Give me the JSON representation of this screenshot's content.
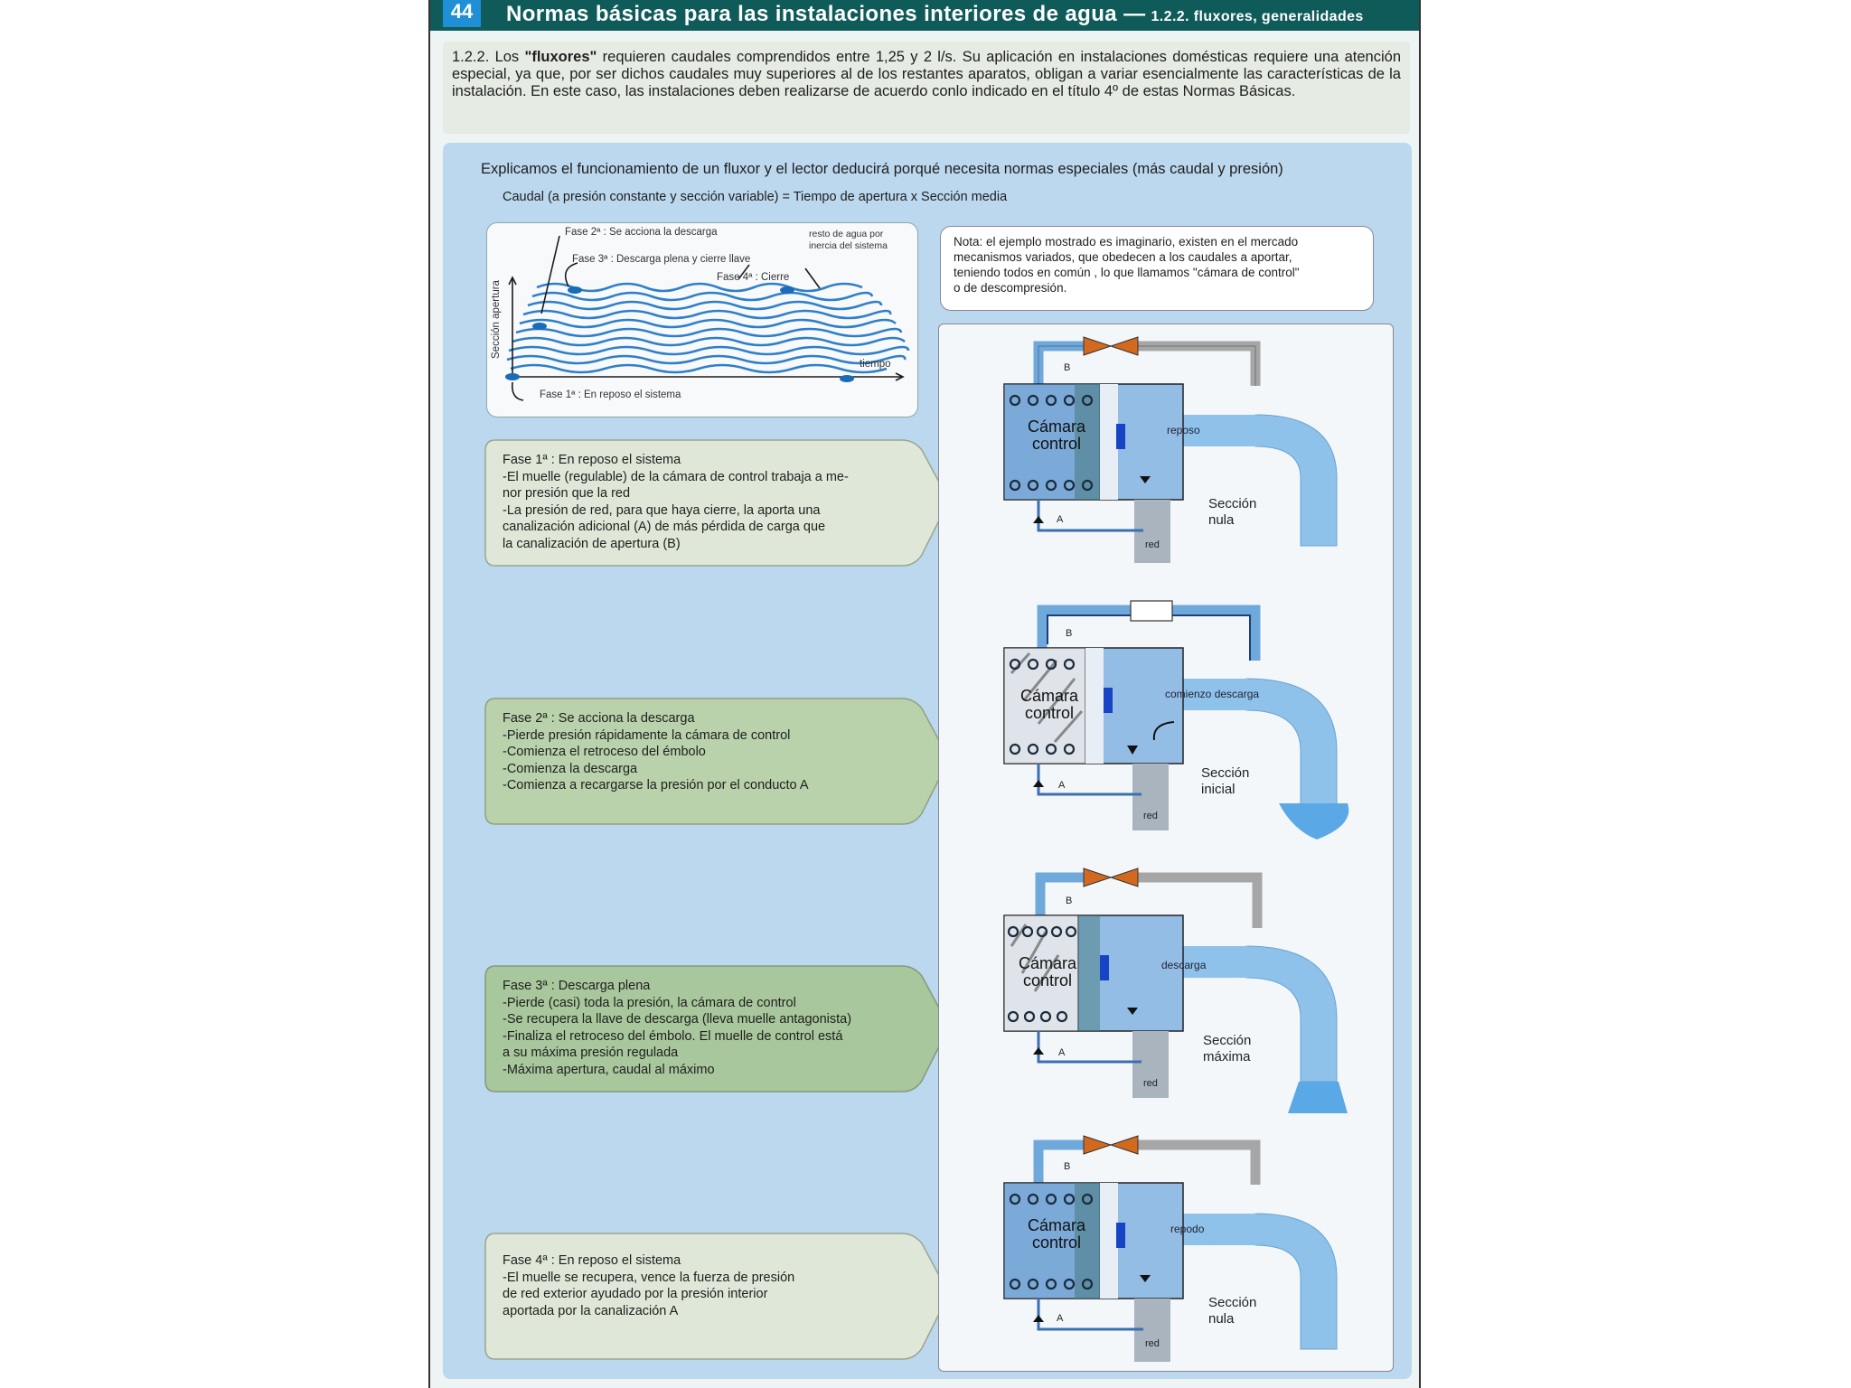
{
  "header": {
    "page_number": "44",
    "title": "Normas básicas para las instalaciones interiores de agua —",
    "subtitle": "1.2.2. fluxores, generalidades"
  },
  "intro": {
    "prefix": "1.2.2. Los ",
    "bold": "\"fluxores\"",
    "text": " requieren caudales comprendidos entre 1,25 y 2 l/s.  Su aplicación en instalaciones domésticas requiere una atención especial, ya que, por ser dichos caudales muy superiores al de los restantes aparatos, obligan a variar esencialmente las características de la instalación. En este caso, las instalaciones deben realizarse de acuerdo conlo indicado en  el título 4º de estas Normas Básicas."
  },
  "panel": {
    "lead": "Explicamos el funcionamiento de un fluxor y el lector deducirá porqué necesita normas especiales (más caudal y presión)",
    "formula": "Caudal (a presión constante  y sección variable) = Tiempo de apertura x Sección media"
  },
  "graph": {
    "y_label": "Sección apertura",
    "x_label": "tiempo",
    "fase2": "Fase 2ª : Se acciona la descarga",
    "fase3": "Fase 3ª : Descarga plena y cierre llave",
    "fase4": "Fase 4ª : Cierre",
    "fase1": "Fase 1ª : En  reposo  el sistema",
    "resto_1": "resto de agua por",
    "resto_2": "inercia del sistema"
  },
  "note": {
    "lines": [
      "Nota: el ejemplo mostrado  es  imaginario, existen en el mercado",
      "mecanismos variados, que obedecen a los caudales a aportar,",
      "teniendo todos en común , lo que llamamos \"cámara de control\"",
      "o de descompresión."
    ]
  },
  "phases": [
    {
      "title": "Fase 1ª : En  reposo  el sistema",
      "lines": [
        "-El muelle  (regulable) de la cámara de control trabaja a me-",
        "  nor  presión que la red",
        "-La presión de red, para que haya cierre, la aporta una",
        " canalización adicional (A) de más pérdida  de carga que",
        " la canalización de apertura (B)"
      ]
    },
    {
      "title": "Fase 2ª : Se acciona la descarga",
      "lines": [
        "-Pierde presión rápidamente  la cámara de control",
        "-Comienza el retroceso del émbolo",
        "-Comienza la descarga",
        "-Comienza a recargarse  la presión por el conducto A"
      ]
    },
    {
      "title": "Fase 3ª : Descarga plena",
      "lines": [
        "-Pierde (casi) toda la presión, la cámara de control",
        "-Se recupera la llave de descarga  (lleva muelle antagonista)",
        "-Finaliza el retroceso del émbolo. El muelle de  control está",
        " a su  máxima presión regulada",
        "-Máxima apertura, caudal al máximo"
      ]
    },
    {
      "title": "Fase 4ª : En  reposo  el sistema",
      "lines": [
        "-El muelle se recupera, vence la fuerza de presión",
        " de red exterior ayudado por la presión interior",
        " aportada por la canalización A"
      ]
    }
  ],
  "diagrams": [
    {
      "camara_1": "Cámara",
      "camara_2": "control",
      "flow": "reposo",
      "section_1": "Sección",
      "section_2": "nula",
      "red": "red",
      "a": "A",
      "b": "B"
    },
    {
      "camara_1": "Cámara",
      "camara_2": "control",
      "flow": "comienzo descarga",
      "section_1": "Sección",
      "section_2": "inicial",
      "red": "red",
      "a": "A",
      "b": "B"
    },
    {
      "camara_1": "Cámara",
      "camara_2": "control",
      "flow": "descarga",
      "section_1": "Sección",
      "section_2": "máxima",
      "red": "red",
      "a": "A",
      "b": "B"
    },
    {
      "camara_1": "Cámara",
      "camara_2": "control",
      "flow": "repodo",
      "section_1": "Sección",
      "section_2": "nula",
      "red": "red",
      "a": "A",
      "b": "B"
    }
  ],
  "colors": {
    "header_bg": "#0f5b5a",
    "page_number_bg": "#1f8fd6",
    "panel_bg": "#bcd8ee",
    "phase_box_light": "#dfe8d8",
    "phase_box_dark": "#a9c79c",
    "valve": "#d2691e",
    "pipe_blue": "#8ec2ea"
  }
}
